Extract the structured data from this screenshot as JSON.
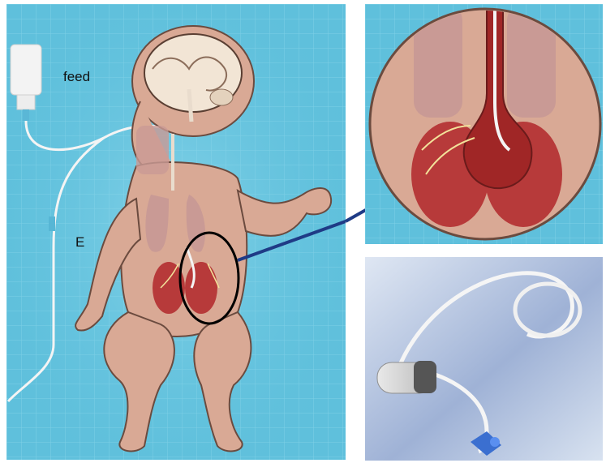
{
  "labels": {
    "feed": "feed",
    "tube": "E"
  },
  "colors": {
    "panel_background": "#5fc0dc",
    "skin": "#d9a995",
    "skin_outline": "#6b4b3f",
    "muscle": "#b73a3a",
    "lung": "#c99a95",
    "arrow": "#1f3b86",
    "tube": "#f4f4f4"
  },
  "icons": {
    "feed_bag": "feeding-bottle-icon",
    "zoom_arrow": "arrow-icon",
    "highlight": "ellipse-highlight"
  }
}
